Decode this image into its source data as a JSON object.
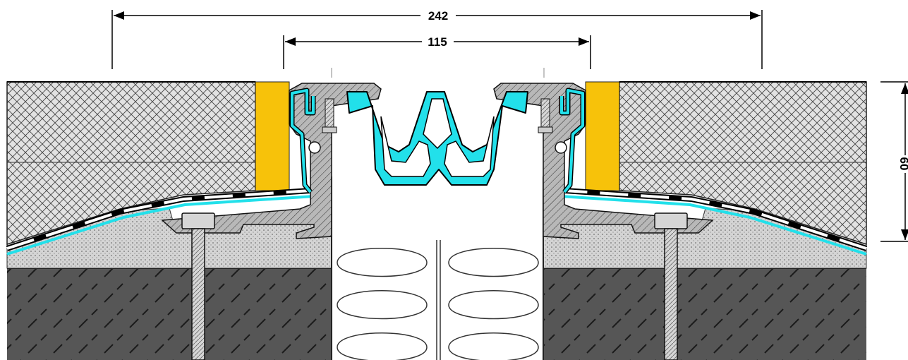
{
  "dimensions": {
    "overall_width": "242",
    "joint_width": "115",
    "height": "60"
  },
  "colors": {
    "membrane": "#22e0ea",
    "yellow_filler": "#f7c20a",
    "metal_profile": "#b4b4b4",
    "concrete": "#565656",
    "screed": "#d2d2d2",
    "covering": "#e4e4e4",
    "insulation": "#ffffff",
    "bolt": "#cfcfcf"
  }
}
